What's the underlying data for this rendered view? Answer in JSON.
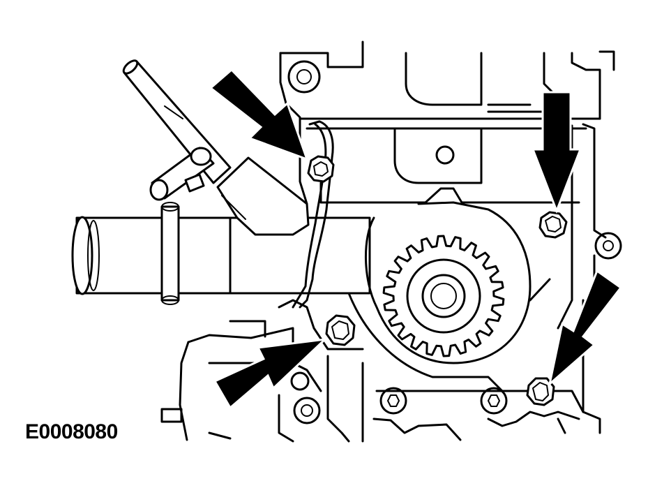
{
  "figure_code": "E0008080",
  "colors": {
    "line": "#000000",
    "background": "#ffffff"
  },
  "callouts": [
    {
      "name": "arrow-upper-left",
      "target": "housing-bolt-upper-left"
    },
    {
      "name": "arrow-upper-right",
      "target": "housing-bolt-upper-right"
    },
    {
      "name": "arrow-lower-right",
      "target": "housing-bolt-lower-right"
    },
    {
      "name": "arrow-lower-center",
      "target": "housing-bolt-lower-center"
    }
  ]
}
